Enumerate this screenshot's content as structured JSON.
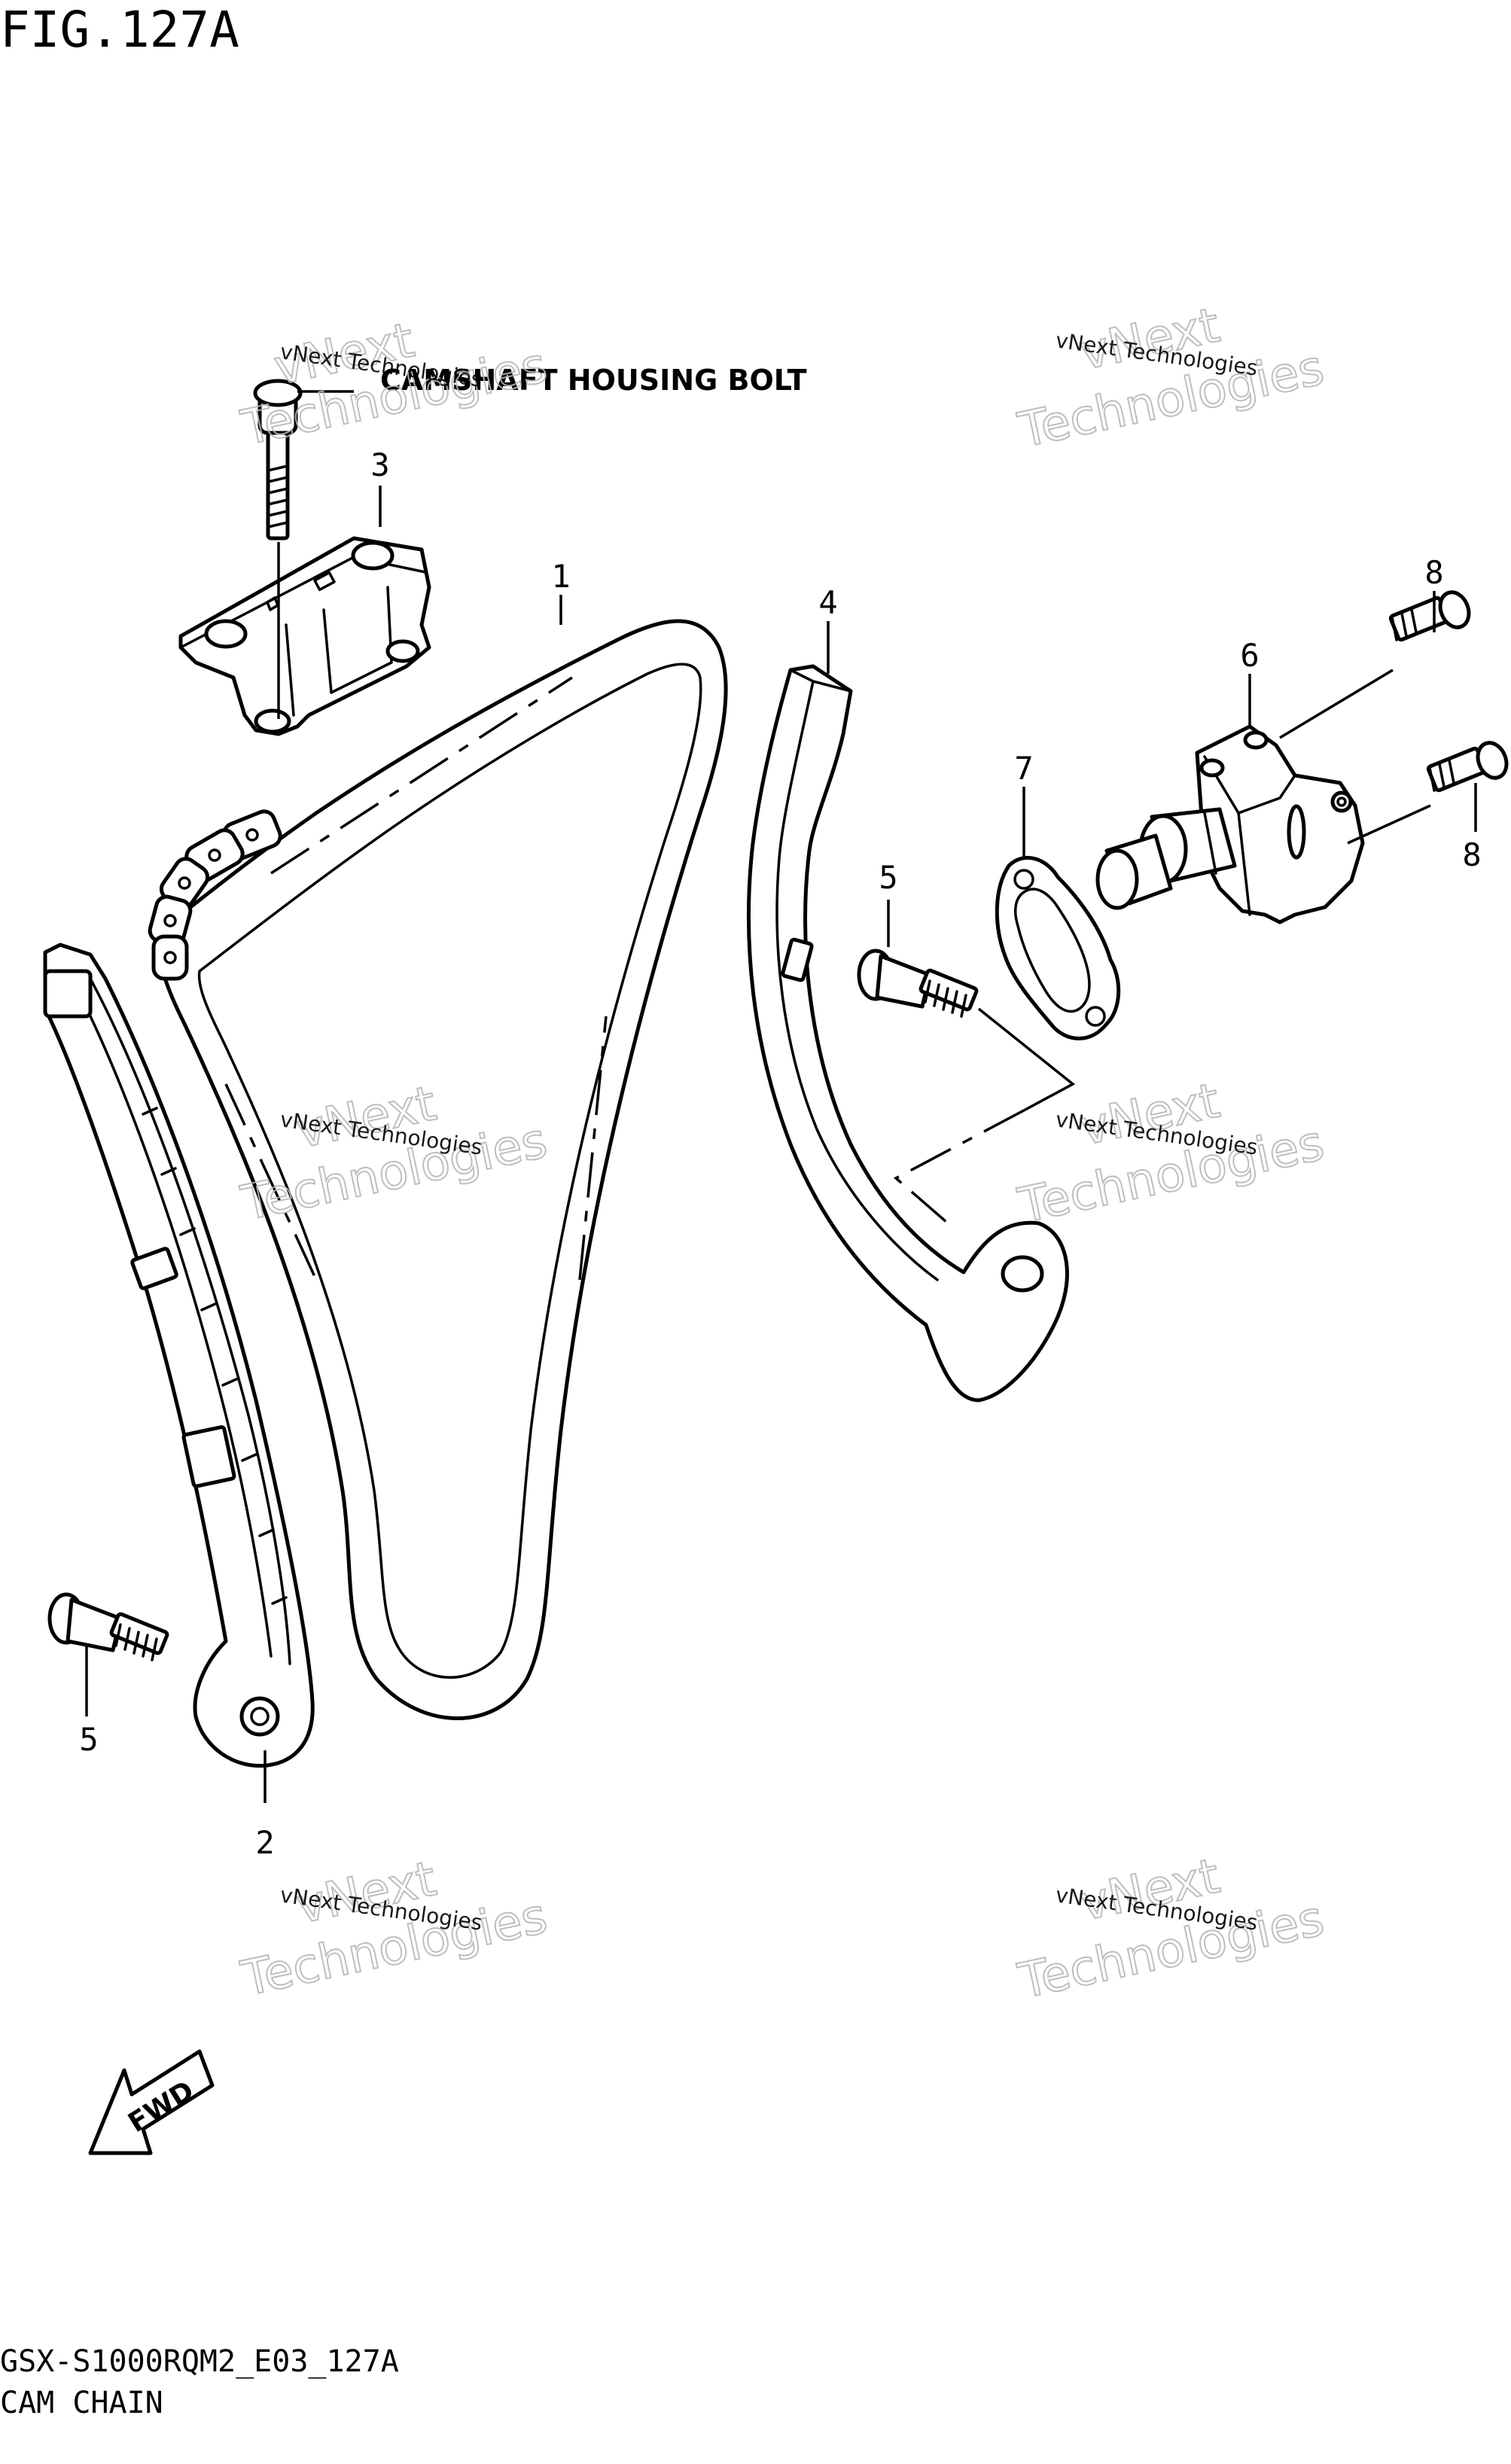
{
  "figure": {
    "number": "FIG.127A",
    "code": "GSX-S1000RQM2_E03_127A",
    "caption": "CAM CHAIN"
  },
  "annotation": {
    "bolt_label": "CAMSHAFT HOUSING BOLT"
  },
  "callouts": {
    "p1": "1",
    "p2": "2",
    "p3": "3",
    "p4": "4",
    "p5a": "5",
    "p5b": "5",
    "p6": "6",
    "p7": "7",
    "p8a": "8",
    "p8b": "8"
  },
  "direction": {
    "label": "FWD"
  },
  "watermark": {
    "small": "vNext Technologies",
    "big_line1": "vNext",
    "big_line2": "Technologies"
  }
}
